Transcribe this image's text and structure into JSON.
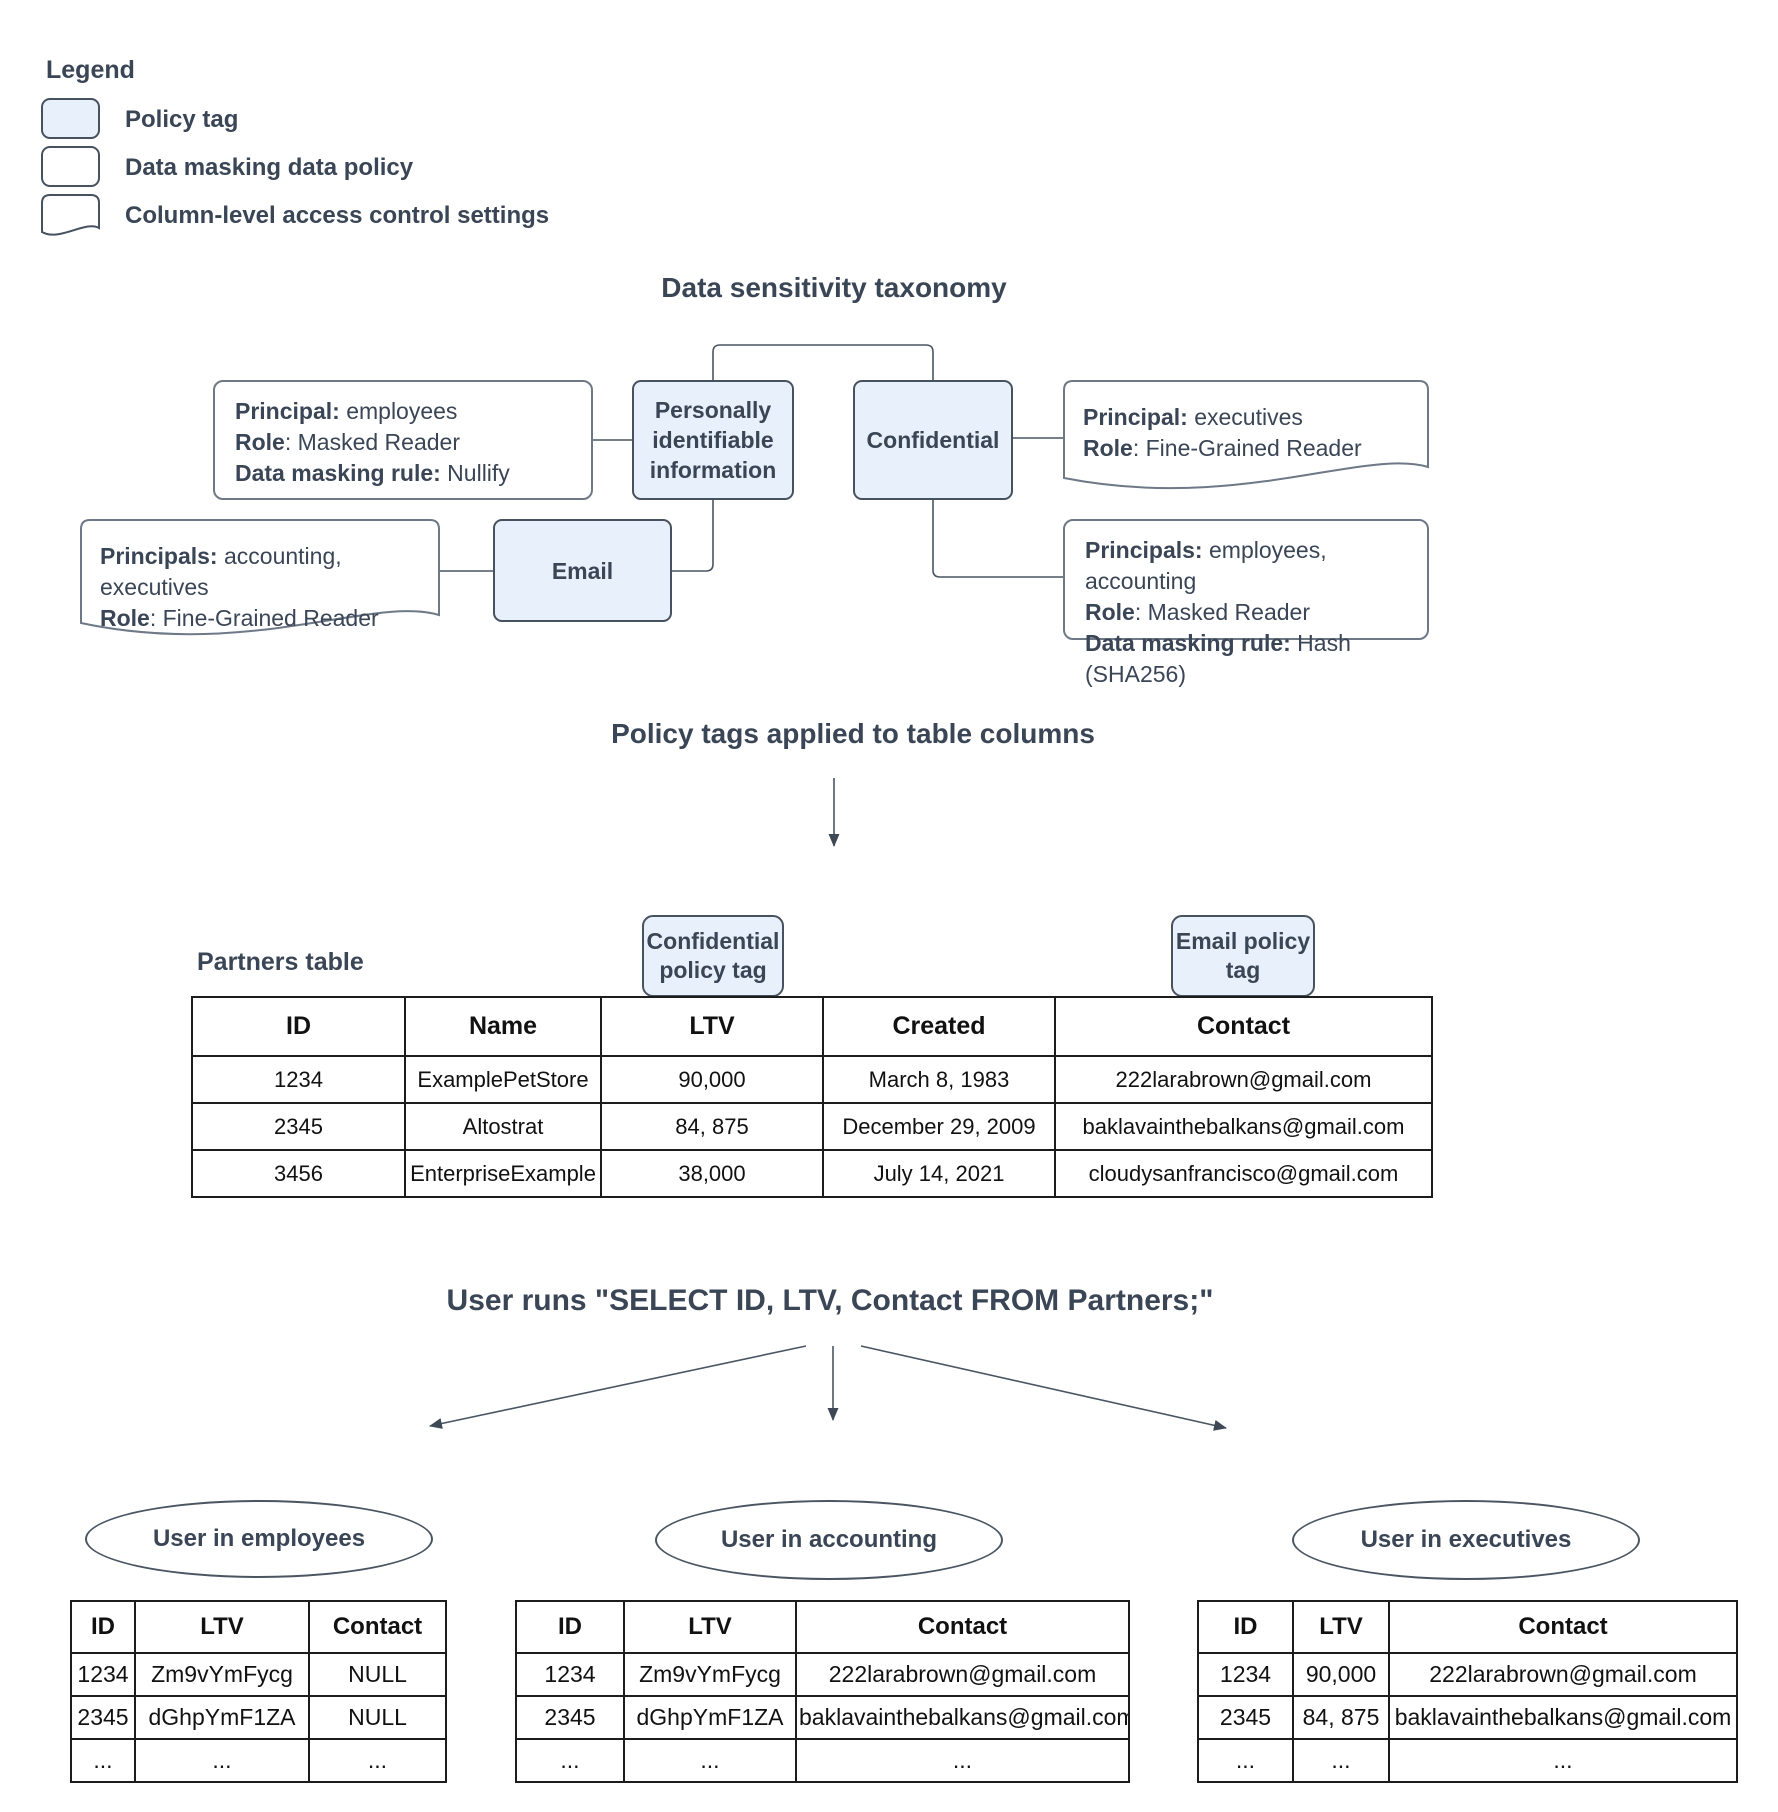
{
  "legend": {
    "title": "Legend",
    "items": [
      {
        "label": "Policy tag"
      },
      {
        "label": "Data masking data policy"
      },
      {
        "label": "Column-level access control settings"
      }
    ]
  },
  "colors": {
    "policy_tag_fill": "#e8f0fb",
    "shape_stroke": "#47525f",
    "connector": "#4a5562",
    "dark_text": "#3a4555"
  },
  "taxonomy": {
    "title": "Data sensitivity taxonomy",
    "pii_tag": "Personally identifiable information",
    "confidential_tag": "Confidential",
    "email_tag": "Email",
    "employees_policy": {
      "lines": [
        {
          "b": "Principal:",
          "r": " employees"
        },
        {
          "b": "Role",
          "r": ": Masked Reader"
        },
        {
          "b": "Data masking rule:",
          "r": " Nullify"
        }
      ]
    },
    "executives_access": {
      "lines": [
        {
          "b": "Principal:",
          "r": " executives"
        },
        {
          "b": "Role",
          "r": ": Fine-Grained Reader"
        }
      ]
    },
    "accounting_access": {
      "lines": [
        {
          "b": "Principals:",
          "r": " accounting, executives"
        },
        {
          "b": "Role",
          "r": ": Fine-Grained Reader"
        }
      ]
    },
    "masking_policy": {
      "lines": [
        {
          "b": "Principals:",
          "r": " employees, accounting"
        },
        {
          "b": "Role",
          "r": ": Masked Reader"
        },
        {
          "b": "Data masking rule:",
          "r": " Hash (SHA256)"
        }
      ]
    }
  },
  "applied": {
    "title": "Policy tags applied to table columns",
    "partners_label": "Partners table",
    "confidential_callout": "Confidential policy tag",
    "email_callout": "Email policy tag",
    "table": {
      "headers": [
        "ID",
        "Name",
        "LTV",
        "Created",
        "Contact"
      ],
      "rows": [
        [
          "1234",
          "ExamplePetStore",
          "90,000",
          "March 8, 1983",
          "222larabrown@gmail.com"
        ],
        [
          "2345",
          "Altostrat",
          "84, 875",
          "December 29, 2009",
          "baklavainthebalkans@gmail.com"
        ],
        [
          "3456",
          "EnterpriseExample",
          "38,000",
          "July 14, 2021",
          "cloudysanfrancisco@gmail.com"
        ]
      ]
    }
  },
  "query": {
    "title": "User runs \"SELECT ID, LTV, Contact FROM Partners;\"",
    "results": [
      {
        "user": "User in employees",
        "headers": [
          "ID",
          "LTV",
          "Contact"
        ],
        "rows": [
          [
            "1234",
            "Zm9vYmFycg",
            "NULL"
          ],
          [
            "2345",
            "dGhpYmF1ZA",
            "NULL"
          ],
          [
            "...",
            "...",
            "..."
          ]
        ]
      },
      {
        "user": "User in accounting",
        "headers": [
          "ID",
          "LTV",
          "Contact"
        ],
        "rows": [
          [
            "1234",
            "Zm9vYmFycg",
            "222larabrown@gmail.com"
          ],
          [
            "2345",
            "dGhpYmF1ZA",
            "baklavainthebalkans@gmail.com"
          ],
          [
            "...",
            "...",
            "..."
          ]
        ]
      },
      {
        "user": "User in executives",
        "headers": [
          "ID",
          "LTV",
          "Contact"
        ],
        "rows": [
          [
            "1234",
            "90,000",
            "222larabrown@gmail.com"
          ],
          [
            "2345",
            "84, 875",
            "baklavainthebalkans@gmail.com"
          ],
          [
            "...",
            "...",
            "..."
          ]
        ]
      }
    ]
  }
}
